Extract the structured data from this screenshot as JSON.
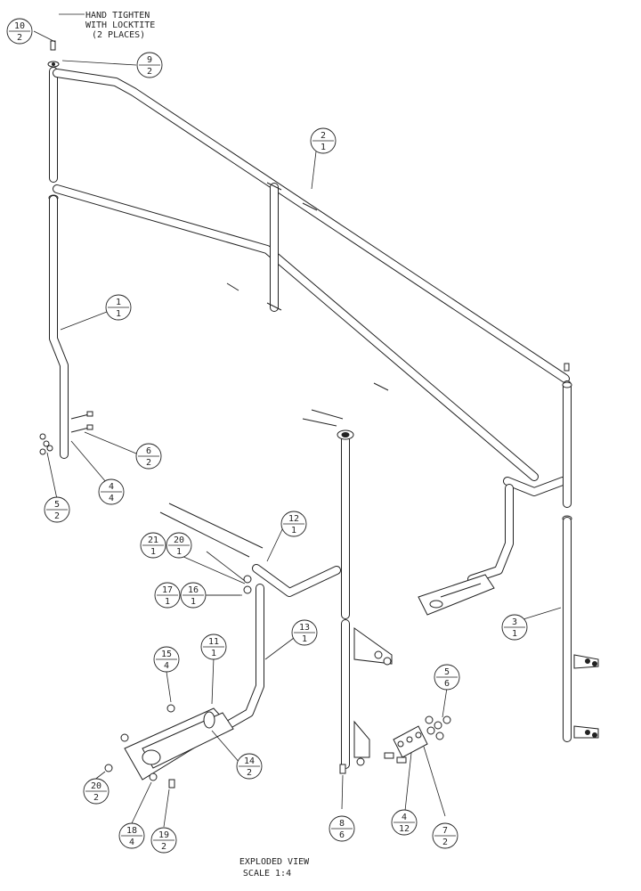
{
  "note": {
    "lines": [
      "HAND TIGHTEN",
      "WITH LOCKTITE",
      "(2 PLACES)"
    ]
  },
  "title": {
    "line1": "EXPLODED VIEW",
    "line2": "SCALE   1:4"
  },
  "callouts": [
    {
      "item": "10",
      "qty": "2"
    },
    {
      "item": "9",
      "qty": "2"
    },
    {
      "item": "2",
      "qty": "1"
    },
    {
      "item": "1",
      "qty": "1"
    },
    {
      "item": "6",
      "qty": "2"
    },
    {
      "item": "4",
      "qty": "4"
    },
    {
      "item": "5",
      "qty": "2"
    },
    {
      "item": "12",
      "qty": "1"
    },
    {
      "item": "21",
      "qty": "1"
    },
    {
      "item": "20",
      "qty": "1"
    },
    {
      "item": "17",
      "qty": "1"
    },
    {
      "item": "16",
      "qty": "1"
    },
    {
      "item": "15",
      "qty": "4"
    },
    {
      "item": "11",
      "qty": "1"
    },
    {
      "item": "13",
      "qty": "1"
    },
    {
      "item": "14",
      "qty": "2"
    },
    {
      "item": "20",
      "qty": "2"
    },
    {
      "item": "18",
      "qty": "4"
    },
    {
      "item": "19",
      "qty": "2"
    },
    {
      "item": "8",
      "qty": "6"
    },
    {
      "item": "4",
      "qty": "12"
    },
    {
      "item": "7",
      "qty": "2"
    },
    {
      "item": "5",
      "qty": "6"
    },
    {
      "item": "3",
      "qty": "1"
    }
  ]
}
